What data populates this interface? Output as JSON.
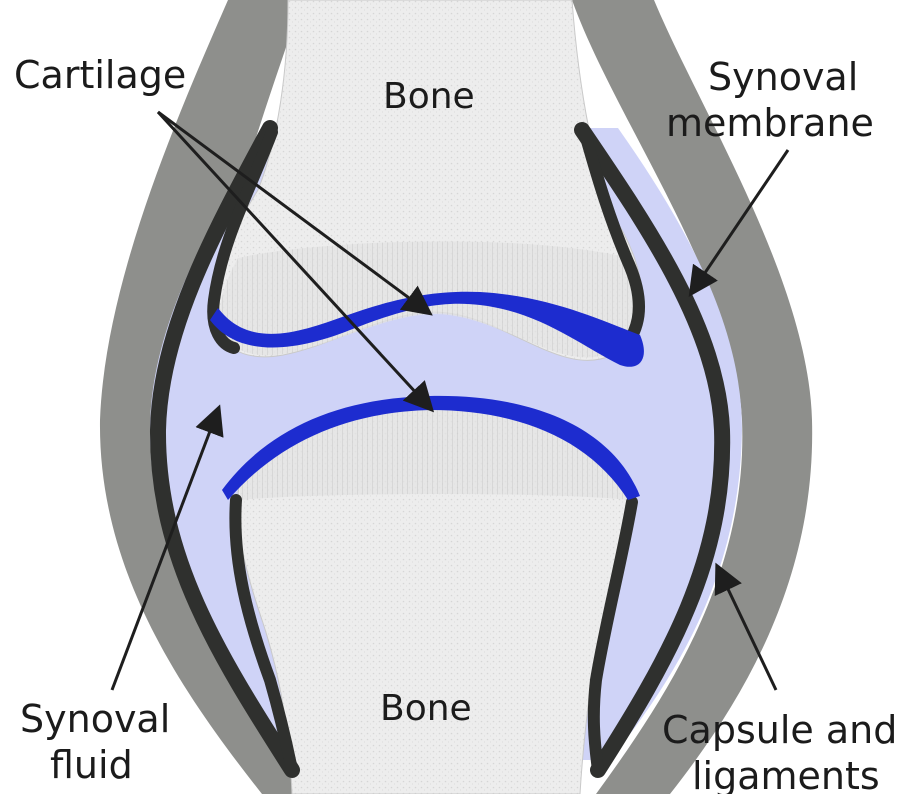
{
  "labels": {
    "cartilage": "Cartilage",
    "bone_top": "Bone",
    "bone_bottom": "Bone",
    "synovial_membrane_line1": "Synoval",
    "synovial_membrane_line2": "membrane",
    "synovial_fluid_line1": "Synoval",
    "synovial_fluid_line2": "fluid",
    "capsule_line1": "Capsule and",
    "capsule_line2": "ligaments"
  },
  "colors": {
    "capsule": "#8e8f8c",
    "membrane": "#2f302e",
    "synovial_fluid": "#cfd3f7",
    "cartilage": "#1d2ccf",
    "bone": "#ececec",
    "bone_edge": "#c9c9c9",
    "arrow": "#1e1e1e",
    "text": "#1b1b1b"
  },
  "icons": [
    "arrow-icon"
  ]
}
